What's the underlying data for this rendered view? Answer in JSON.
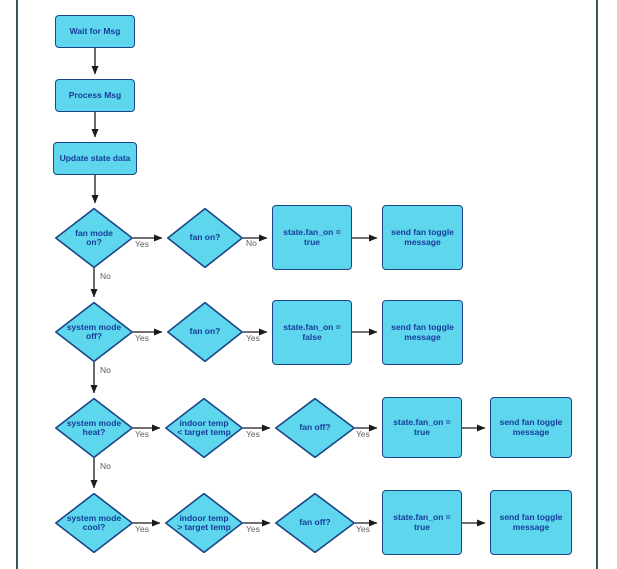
{
  "colors": {
    "node_fill": "#5dd6ee",
    "node_border": "#1c4587",
    "node_text": "#173d99",
    "arrow": "#1a1a1a",
    "edge_label": "#5d5d5d",
    "page_border": "#3a565e"
  },
  "labels": {
    "yes": "Yes",
    "no": "No"
  },
  "nodes": {
    "wait_for_msg": {
      "line1": "Wait for Msg"
    },
    "process_msg": {
      "line1": "Process Msg"
    },
    "update_state_data": {
      "line1": "Update state data"
    },
    "fan_mode_on": {
      "line1": "fan mode",
      "line2": "on?"
    },
    "fan_on_1": {
      "line1": "fan on?"
    },
    "set_fan_true_1": {
      "line1": "state.fan_on =",
      "line2": "true"
    },
    "send_toggle_1": {
      "line1": "send fan toggle",
      "line2": "message"
    },
    "system_mode_off": {
      "line1": "system mode",
      "line2": "off?"
    },
    "fan_on_2": {
      "line1": "fan on?"
    },
    "set_fan_false": {
      "line1": "state.fan_on =",
      "line2": "false"
    },
    "send_toggle_2": {
      "line1": "send fan toggle",
      "line2": "message"
    },
    "system_mode_heat": {
      "line1": "system mode",
      "line2": "heat?"
    },
    "indoor_temp_lt": {
      "line1": "indoor temp",
      "line2": "< target temp"
    },
    "fan_off_1": {
      "line1": "fan off?"
    },
    "set_fan_true_2": {
      "line1": "state.fan_on =",
      "line2": "true"
    },
    "send_toggle_3": {
      "line1": "send fan toggle",
      "line2": "message"
    },
    "system_mode_cool": {
      "line1": "system mode",
      "line2": "cool?"
    },
    "indoor_temp_gt": {
      "line1": "indoor temp",
      "line2": "> target temp"
    },
    "fan_off_2": {
      "line1": "fan off?"
    },
    "set_fan_true_3": {
      "line1": "state.fan_on =",
      "line2": "true"
    },
    "send_toggle_4": {
      "line1": "send fan toggle",
      "line2": "message"
    }
  }
}
